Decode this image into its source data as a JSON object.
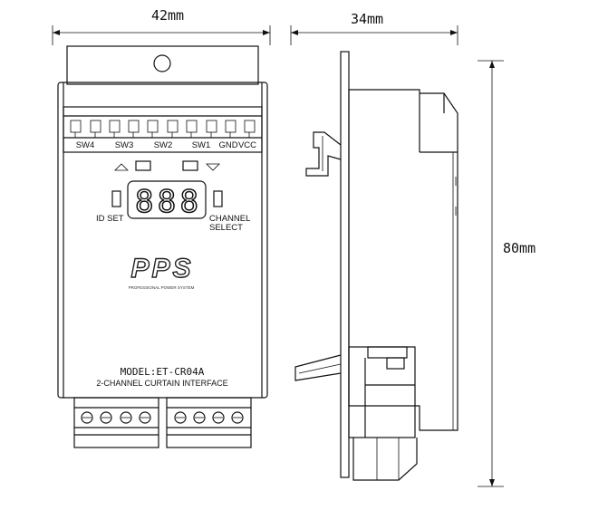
{
  "dimensions": {
    "width_front": "42mm",
    "width_side": "34mm",
    "height": "80mm"
  },
  "terminal_labels": [
    "SW4",
    "SW3",
    "SW2",
    "SW1",
    "GND",
    "VCC"
  ],
  "panel": {
    "id_set": "ID SET",
    "channel_line1": "CHANNEL",
    "channel_line2": "SELECT",
    "display_digits": "888"
  },
  "logo": {
    "text": "PPS",
    "tagline": "PROFESSIONAL POWER SYSTEM"
  },
  "model": {
    "model_line": "MODEL:ET-CR04A",
    "description": "2-CHANNEL CURTAIN INTERFACE"
  }
}
